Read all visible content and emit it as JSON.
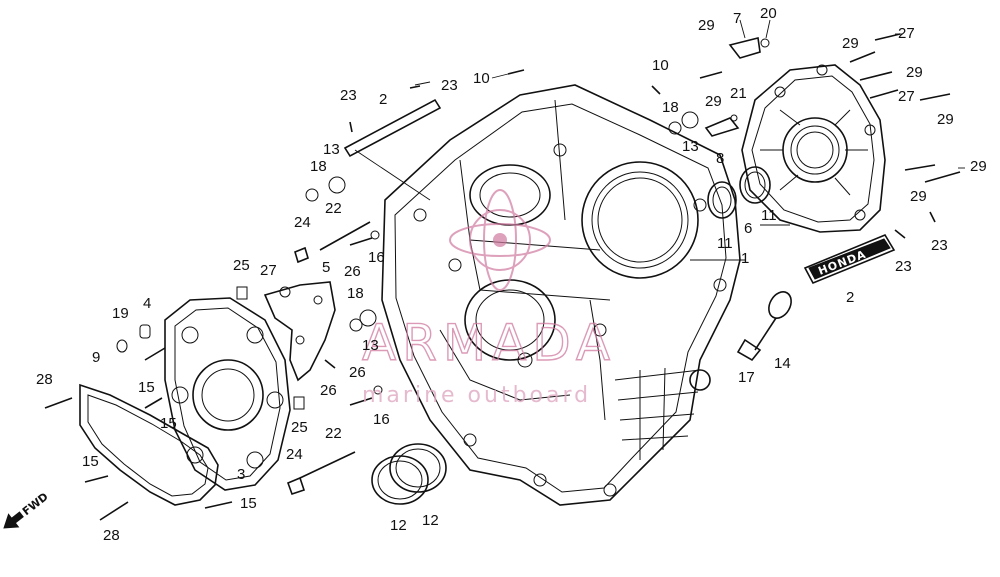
{
  "watermark": {
    "brand": "ARMADA",
    "tagline": "marine outboard"
  },
  "badge": {
    "text": "HONDA"
  },
  "direction": {
    "label": "FWD"
  },
  "callouts": [
    {
      "n": "1"
    },
    {
      "n": "2"
    },
    {
      "n": "2"
    },
    {
      "n": "3"
    },
    {
      "n": "4"
    },
    {
      "n": "5"
    },
    {
      "n": "6"
    },
    {
      "n": "7"
    },
    {
      "n": "8"
    },
    {
      "n": "9"
    },
    {
      "n": "10"
    },
    {
      "n": "10"
    },
    {
      "n": "11"
    },
    {
      "n": "11"
    },
    {
      "n": "12"
    },
    {
      "n": "12"
    },
    {
      "n": "13"
    },
    {
      "n": "13"
    },
    {
      "n": "13"
    },
    {
      "n": "14"
    },
    {
      "n": "15"
    },
    {
      "n": "15"
    },
    {
      "n": "15"
    },
    {
      "n": "15"
    },
    {
      "n": "16"
    },
    {
      "n": "16"
    },
    {
      "n": "17"
    },
    {
      "n": "18"
    },
    {
      "n": "18"
    },
    {
      "n": "18"
    },
    {
      "n": "19"
    },
    {
      "n": "20"
    },
    {
      "n": "21"
    },
    {
      "n": "22"
    },
    {
      "n": "22"
    },
    {
      "n": "23"
    },
    {
      "n": "23"
    },
    {
      "n": "23"
    },
    {
      "n": "23"
    },
    {
      "n": "24"
    },
    {
      "n": "24"
    },
    {
      "n": "25"
    },
    {
      "n": "25"
    },
    {
      "n": "26"
    },
    {
      "n": "26"
    },
    {
      "n": "26"
    },
    {
      "n": "27"
    },
    {
      "n": "27"
    },
    {
      "n": "27"
    },
    {
      "n": "28"
    },
    {
      "n": "28"
    },
    {
      "n": "29"
    },
    {
      "n": "29"
    },
    {
      "n": "29"
    },
    {
      "n": "29"
    },
    {
      "n": "29"
    },
    {
      "n": "29"
    },
    {
      "n": "29"
    }
  ]
}
